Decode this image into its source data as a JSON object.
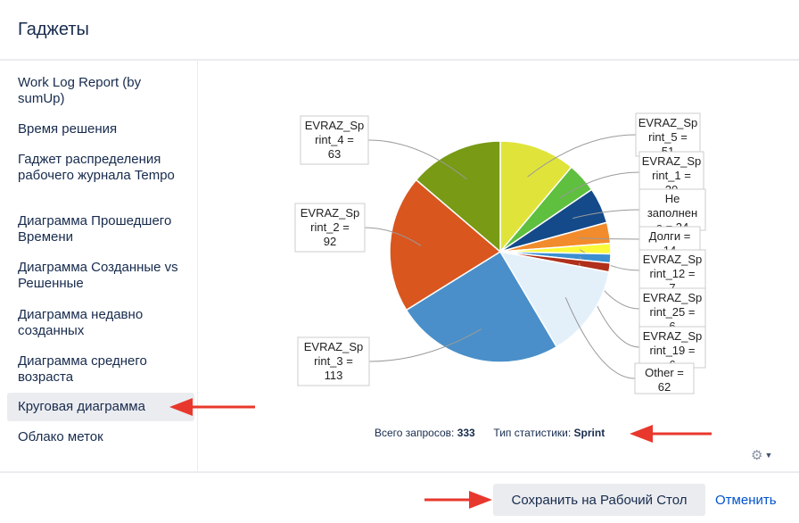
{
  "header": {
    "title": "Гаджеты"
  },
  "sidebar": {
    "items": [
      {
        "label": "Work Log Report (by sumUp)",
        "active": false
      },
      {
        "label": "Время решения",
        "active": false
      },
      {
        "label": "Гаджет распределения рабочего журнала Tempo",
        "active": false
      },
      {
        "label": "Диаграмма Прошедшего Времени",
        "active": false
      },
      {
        "label": "Диаграмма Созданные vs Решенные",
        "active": false
      },
      {
        "label": "Диаграмма недавно созданных",
        "active": false
      },
      {
        "label": "Диаграмма среднего возраста",
        "active": false
      },
      {
        "label": "Круговая диаграмма",
        "active": true
      },
      {
        "label": "Облако меток",
        "active": false
      }
    ]
  },
  "chart_data": {
    "type": "pie",
    "slices": [
      {
        "label": "EVRAZ_Sp\nrint_5 =\n51",
        "value": 51,
        "color": "#e0e43a"
      },
      {
        "label": "EVRAZ_Sp\nrint_1 =\n20",
        "value": 20,
        "color": "#5fbf3f"
      },
      {
        "label": "Не\nзаполнен\nо = 24",
        "value": 24,
        "color": "#144a8a"
      },
      {
        "label": "Долги =\n14",
        "value": 14,
        "color": "#f28b2c"
      },
      {
        "label": "EVRAZ_Sp\nrint_12 =\n7",
        "value": 7,
        "color": "#fafa3a"
      },
      {
        "label": "EVRAZ_Sp\nrint_25 =\n6",
        "value": 6,
        "color": "#3b8fd1"
      },
      {
        "label": "EVRAZ_Sp\nrint_19 =\n6",
        "value": 6,
        "color": "#b0301b"
      },
      {
        "label": "Other =\n62",
        "value": 62,
        "color": "#e3f0fa"
      },
      {
        "label": "EVRAZ_Sp\nrint_3 =\n113",
        "value": 113,
        "color": "#4a8fc9"
      },
      {
        "label": "EVRAZ_Sp\nrint_2 =\n92",
        "value": 92,
        "color": "#d9561f"
      },
      {
        "label": "EVRAZ_Sp\nrint_4 =\n63",
        "value": 63,
        "color": "#789a14"
      }
    ]
  },
  "stats": {
    "total_label": "Всего запросов:",
    "total_value": "333",
    "type_label": "Тип статистики:",
    "type_value": "Sprint"
  },
  "footer": {
    "save_label": "Сохранить на Рабочий Стол",
    "cancel_label": "Отменить"
  },
  "colors": {
    "annotation_arrow": "#e8382d",
    "link": "#0052cc"
  }
}
